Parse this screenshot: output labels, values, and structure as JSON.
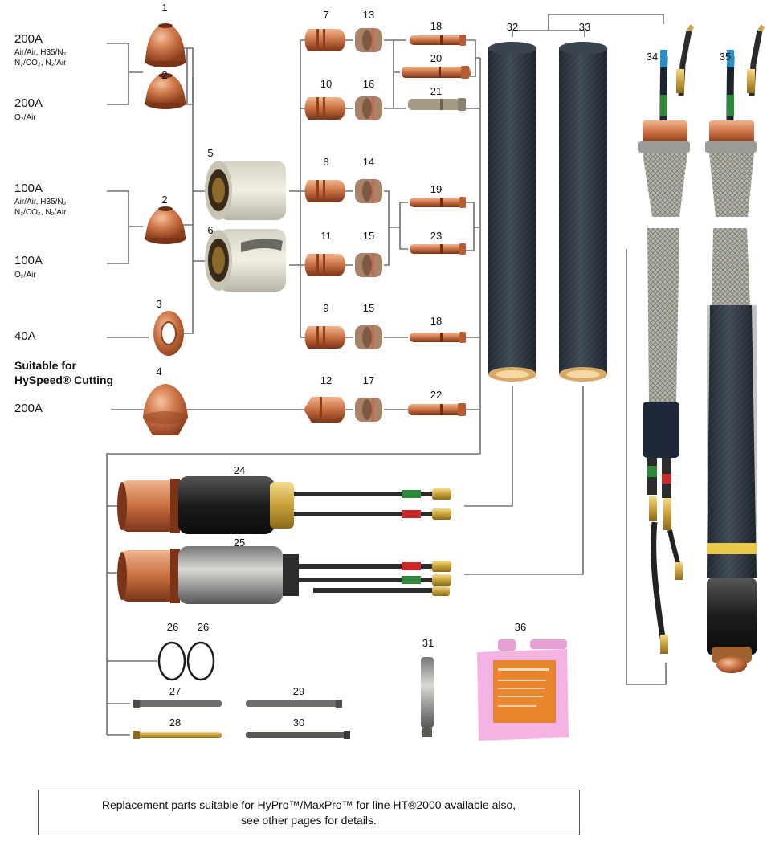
{
  "groups": {
    "a200_label": "200A",
    "a200_gases": "Air/Air, H35/N₂",
    "a200_gases2": "N₂/CO₂, N₂/Air",
    "a200b_label": "200A",
    "a200b_gases": "O₂/Air",
    "a100_label": "100A",
    "a100_gases": "Air/Air, H35/N₂",
    "a100_gases2": "N₂/CO₂, N₂/Air",
    "a100b_label": "100A",
    "a100b_gases": "O₂/Air",
    "a40_label": "40A",
    "hyspeed_line1": "Suitable for",
    "hyspeed_line2": "HySpeed® Cutting",
    "hyspeed_amp": "200A"
  },
  "numbers": {
    "n1": "1",
    "n2a": "2",
    "n2b": "2",
    "n3": "3",
    "n4": "4",
    "n5": "5",
    "n6": "6",
    "n7": "7",
    "n8": "8",
    "n9": "9",
    "n10": "10",
    "n11": "11",
    "n12": "12",
    "n13": "13",
    "n14": "14",
    "n15a": "15",
    "n15b": "15",
    "n16": "16",
    "n17": "17",
    "n18a": "18",
    "n18b": "18",
    "n19": "19",
    "n20": "20",
    "n21": "21",
    "n22": "22",
    "n23": "23",
    "n24": "24",
    "n25": "25",
    "n26a": "26",
    "n26b": "26",
    "n27": "27",
    "n28": "28",
    "n29": "29",
    "n30": "30",
    "n31": "31",
    "n32": "32",
    "n33": "33",
    "n34": "34",
    "n35": "35",
    "n36": "36"
  },
  "note": {
    "line1": "Replacement parts suitable for HyPro™/MaxPro™ for line HT®2000 available also,",
    "line2": "see other pages for details."
  },
  "colors": {
    "copper": "#c8724a",
    "copper_dark": "#8f4322",
    "ceramic": "#e4e0d2",
    "hose": "#2c3440",
    "line": "#666666",
    "liquid": "#f2a6dc",
    "label": "#e9852d"
  }
}
